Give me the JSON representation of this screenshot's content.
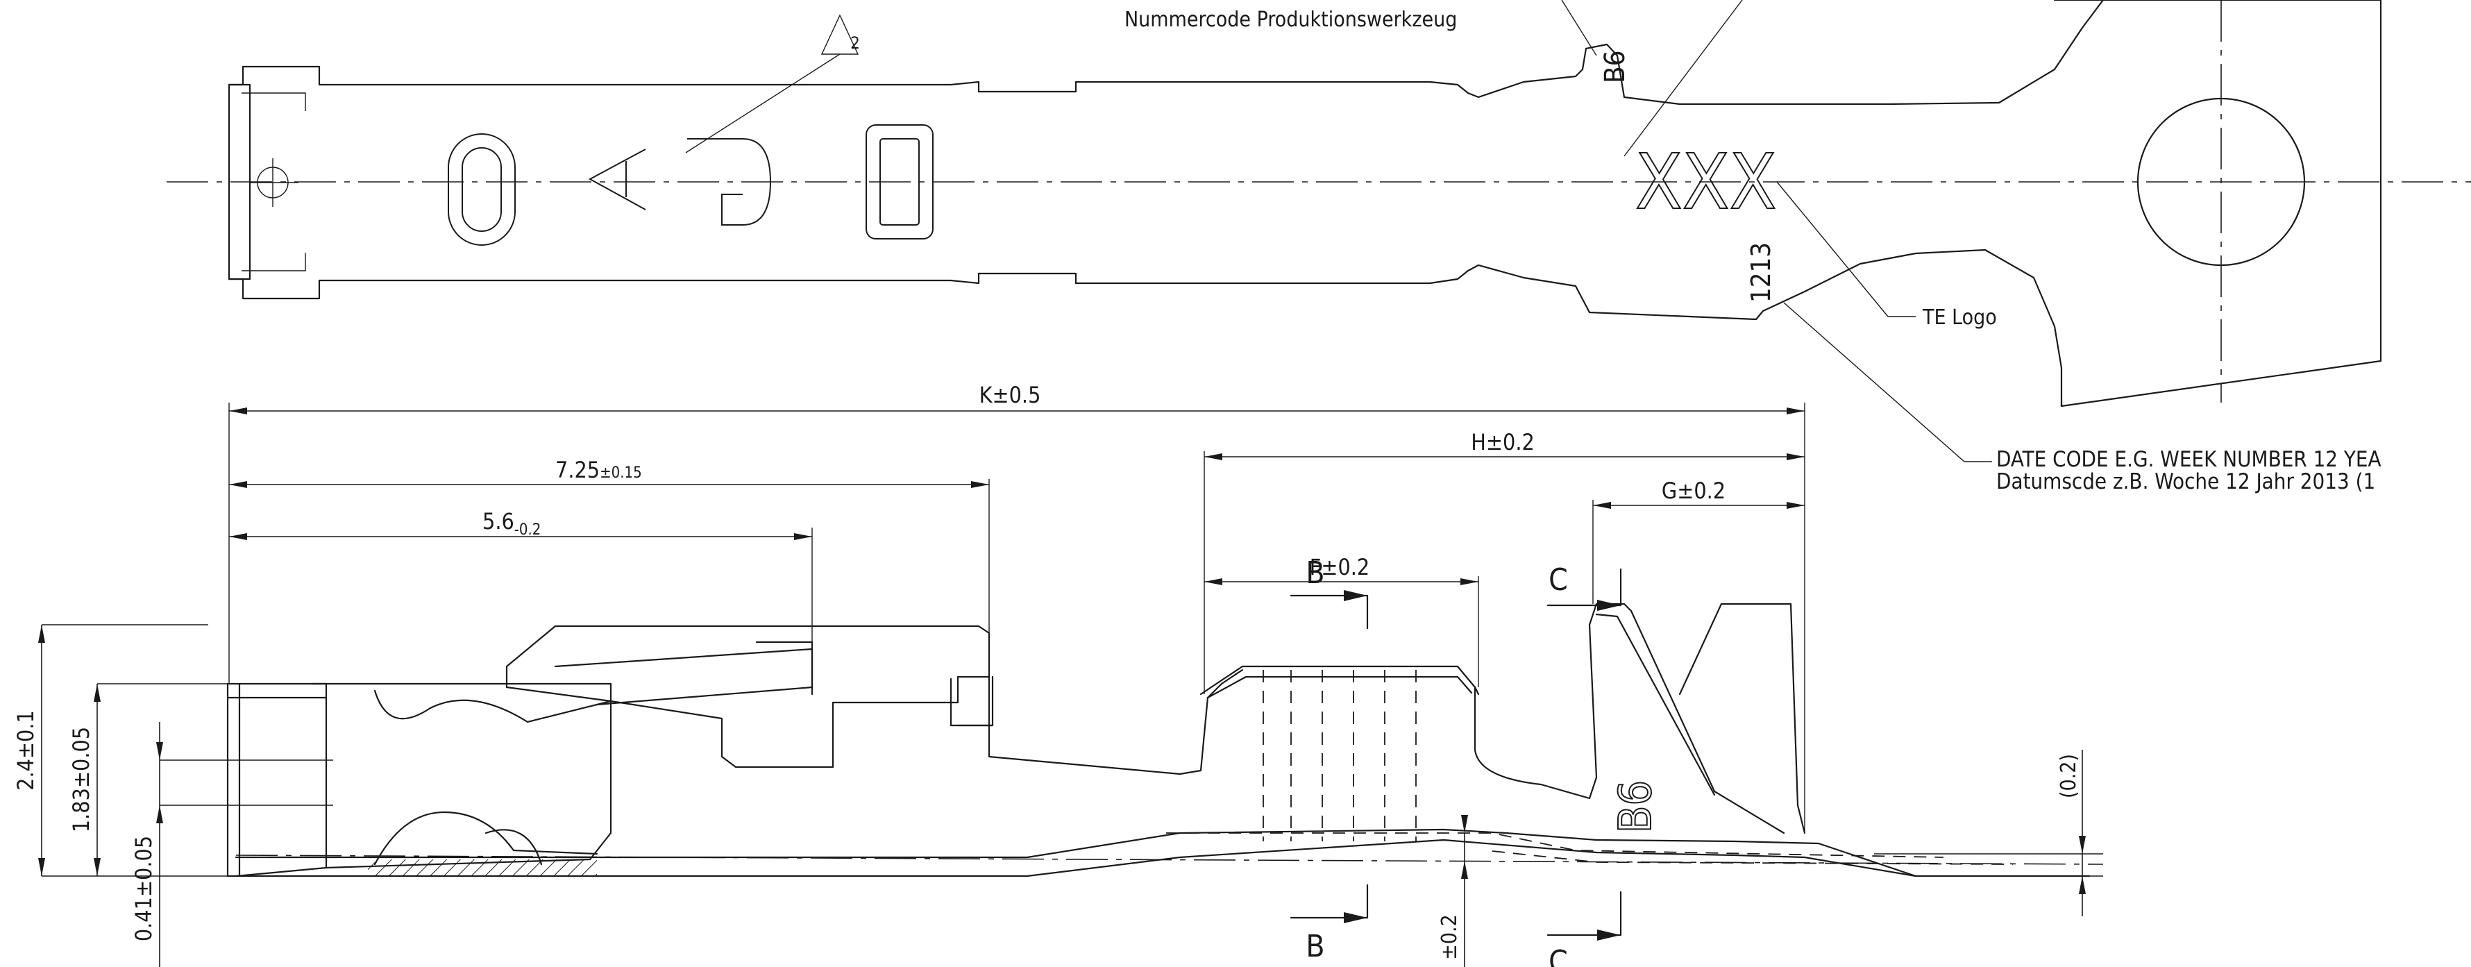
{
  "labels": {
    "nummercode": "Nummercode Produktionswerkzeug",
    "te_logo": "TE Logo",
    "date_code_en": "DATE CODE E.G. WEEK NUMBER 12 YEA",
    "date_code_de": "Datumscde z.B. Woche 12 Jahr 2013 (1",
    "revision_triangle": "2",
    "marking_xxx": "XXX",
    "marking_b6_top": "B6",
    "marking_b6_side": "B6",
    "marking_date": "1213"
  },
  "dimensions": {
    "k": "K±0.5",
    "d725_main": "7.25",
    "d725_tol": "±0.15",
    "d56_main": "5.6",
    "d56_tol": "-0.2",
    "h": "H±0.2",
    "g": "G±0.2",
    "f": "F±0.2",
    "v24": "2.4±0.1",
    "v183": "1.83±0.05",
    "v041": "0.41±0.05",
    "v02": "(0.2)",
    "bottom_02": "±0.2"
  },
  "sections": {
    "b_top": "B",
    "b_bottom": "B",
    "c_top": "C",
    "c_bottom": "C"
  }
}
